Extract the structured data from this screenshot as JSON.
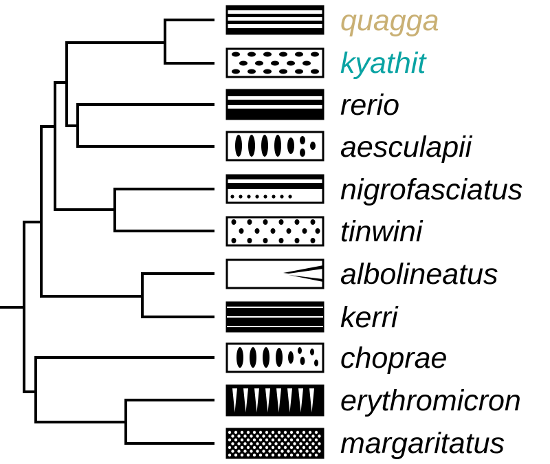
{
  "taxa": [
    {
      "name": "quagga",
      "color": "#c9b074",
      "pattern": "horizontal-stripes"
    },
    {
      "name": "kyathit",
      "color": "#0aa3a3",
      "pattern": "horizontal-ovals"
    },
    {
      "name": "rerio",
      "color": "#000000",
      "pattern": "bold-horizontal-stripes"
    },
    {
      "name": "aesculapii",
      "color": "#000000",
      "pattern": "vertical-bars-and-spots"
    },
    {
      "name": "nigrofasciatus",
      "color": "#000000",
      "pattern": "stripes-with-dotted-row"
    },
    {
      "name": "tinwini",
      "color": "#000000",
      "pattern": "spots"
    },
    {
      "name": "albolineatus",
      "color": "#000000",
      "pattern": "plain-with-wedge"
    },
    {
      "name": "kerri",
      "color": "#000000",
      "pattern": "dark-with-thin-lines"
    },
    {
      "name": "choprae",
      "color": "#000000",
      "pattern": "vertical-bars-and-spots"
    },
    {
      "name": "erythromicron",
      "color": "#000000",
      "pattern": "vertical-bars"
    },
    {
      "name": "margaritatus",
      "color": "#000000",
      "pattern": "dense-light-spots"
    }
  ]
}
